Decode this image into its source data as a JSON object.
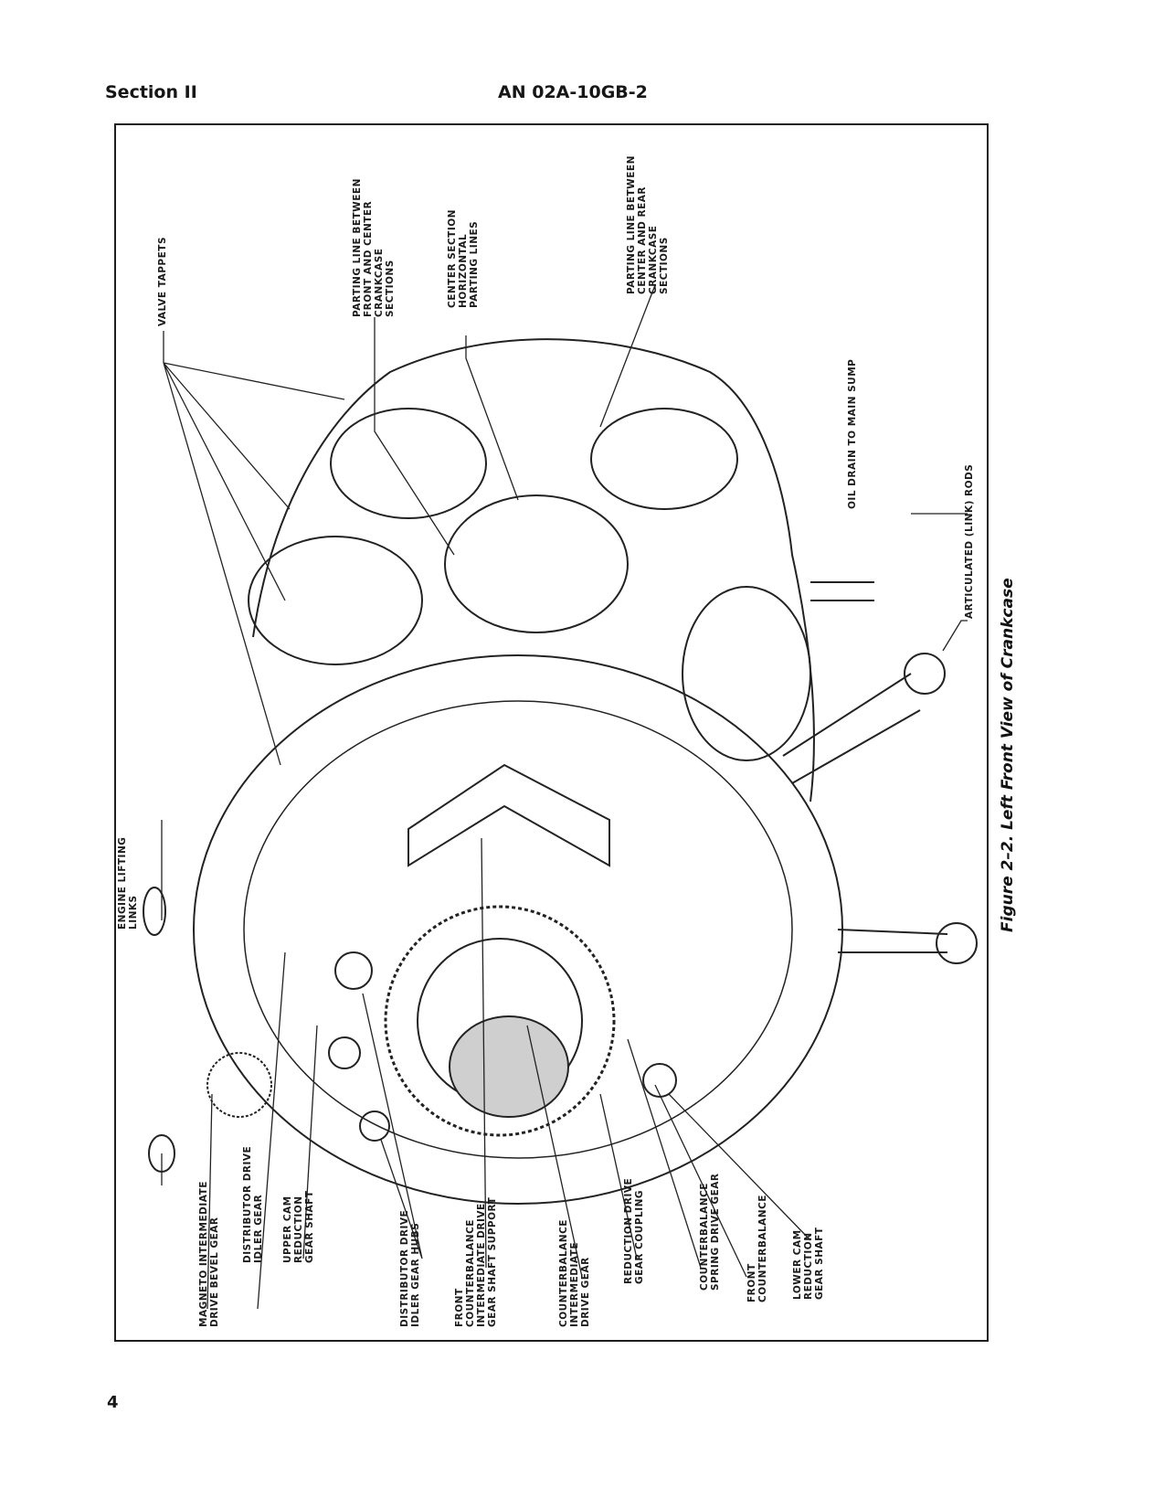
{
  "header": {
    "section": "Section II",
    "doc_number": "AN 02A-10GB-2"
  },
  "page_number": "4",
  "figure": {
    "caption": "Figure 2–2. Left Front View of Crankcase",
    "labels": {
      "valve_tappets": "VALVE TAPPETS",
      "parting_front_center": "PARTING LINE BETWEEN\nFRONT AND CENTER\nCRANKCASE\nSECTIONS",
      "center_horizontal": "CENTER SECTION\nHORIZONTAL\nPARTING LINES",
      "parting_center_rear": "PARTING LINE BETWEEN\nCENTER AND REAR\nCRANKCASE\nSECTIONS",
      "oil_drain": "OIL DRAIN TO MAIN SUMP",
      "articulated_rods": "ARTICULATED (LINK) RODS",
      "engine_lifting_links": "ENGINE LIFTING\nLINKS",
      "magneto_gear": "MAGNETO INTERMEDIATE\nDRIVE BEVEL GEAR",
      "distributor_idler": "DISTRIBUTOR DRIVE\nIDLER GEAR",
      "upper_cam": "UPPER CAM\nREDUCTION\nGEAR SHAFT",
      "distributor_hubs": "DISTRIBUTOR DRIVE\nIDLER GEAR HUBS",
      "front_cb_support": "FRONT\nCOUNTERBALANCE\nINTERMEDIATE DRIVE\nGEAR SHAFT SUPPORT",
      "cb_intermediate": "COUNTERBALANCE\nINTERMEDIATE\nDRIVE GEAR",
      "reduction_coupling": "REDUCTION DRIVE\nGEAR COUPLING",
      "cb_spring": "COUNTERBALANCE\nSPRING DRIVE GEAR",
      "front_cb": "FRONT\nCOUNTERBALANCE",
      "lower_cam": "LOWER CAM\nREDUCTION\nGEAR SHAFT"
    }
  }
}
